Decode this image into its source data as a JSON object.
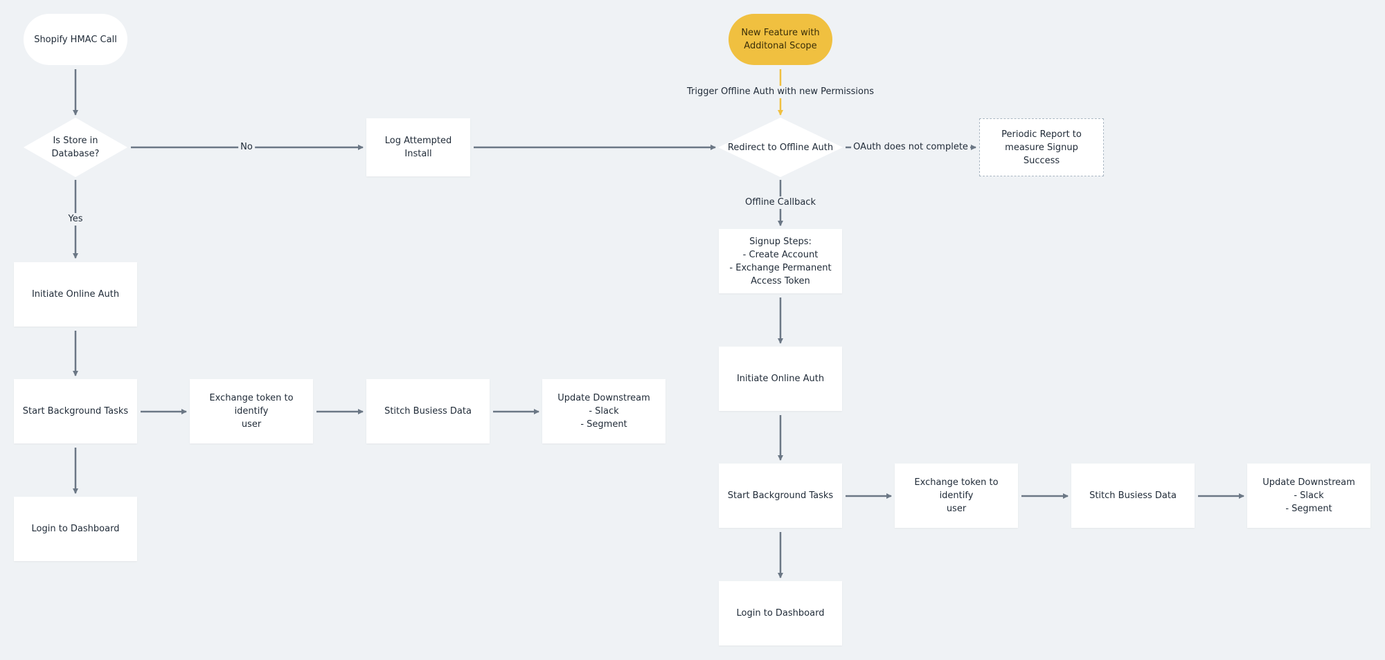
{
  "colors": {
    "background": "#eff2f5",
    "node": "#ffffff",
    "edge": "#6b7785",
    "accent_edge": "#f0c040",
    "accent_node": "#f0c040"
  },
  "nodes": [
    {
      "id": "hmac",
      "label": "Shopify HMAC Call",
      "shape": "pill"
    },
    {
      "id": "is_store",
      "label": "Is Store in Database?",
      "shape": "diamond"
    },
    {
      "id": "log_install",
      "label": "Log Attempted Install",
      "shape": "box"
    },
    {
      "id": "new_feature",
      "label": "New Feature with\nAdditonal Scope",
      "shape": "pill-yellow"
    },
    {
      "id": "redirect_offline",
      "label": "Redirect to Offline Auth",
      "shape": "diamond"
    },
    {
      "id": "periodic_report",
      "label": "Periodic Report to\nmeasure Signup Success",
      "shape": "dashed"
    },
    {
      "id": "online_auth_l",
      "label": "Initiate Online Auth",
      "shape": "box"
    },
    {
      "id": "bg_tasks_l",
      "label": "Start Background Tasks",
      "shape": "box"
    },
    {
      "id": "exchange_l",
      "label": "Exchange token to identify\nuser",
      "shape": "box"
    },
    {
      "id": "stitch_l",
      "label": "Stitch Busiess Data",
      "shape": "box"
    },
    {
      "id": "downstream_l",
      "label": "Update Downstream\n- Slack\n- Segment",
      "shape": "box"
    },
    {
      "id": "login_l",
      "label": "Login to Dashboard",
      "shape": "box"
    },
    {
      "id": "signup_steps",
      "label": "Signup Steps:\n- Create Account\n- Exchange Permanent\nAccess Token",
      "shape": "box"
    },
    {
      "id": "online_auth_r",
      "label": "Initiate Online Auth",
      "shape": "box"
    },
    {
      "id": "bg_tasks_r",
      "label": "Start Background Tasks",
      "shape": "box"
    },
    {
      "id": "exchange_r",
      "label": "Exchange token to identify\nuser",
      "shape": "box"
    },
    {
      "id": "stitch_r",
      "label": "Stitch Busiess Data",
      "shape": "box"
    },
    {
      "id": "downstream_r",
      "label": "Update Downstream\n- Slack\n- Segment",
      "shape": "box"
    },
    {
      "id": "login_r",
      "label": "Login to Dashboard",
      "shape": "box"
    }
  ],
  "edges": [
    {
      "from": "hmac",
      "to": "is_store",
      "label": ""
    },
    {
      "from": "is_store",
      "to": "log_install",
      "label": "No"
    },
    {
      "from": "is_store",
      "to": "online_auth_l",
      "label": "Yes"
    },
    {
      "from": "log_install",
      "to": "redirect_offline",
      "label": ""
    },
    {
      "from": "new_feature",
      "to": "redirect_offline",
      "label": "Trigger Offline Auth with new Permissions",
      "accent": true
    },
    {
      "from": "redirect_offline",
      "to": "periodic_report",
      "label": "OAuth does not complete"
    },
    {
      "from": "redirect_offline",
      "to": "signup_steps",
      "label": "Offline Callback"
    },
    {
      "from": "online_auth_l",
      "to": "bg_tasks_l",
      "label": ""
    },
    {
      "from": "bg_tasks_l",
      "to": "exchange_l",
      "label": ""
    },
    {
      "from": "exchange_l",
      "to": "stitch_l",
      "label": ""
    },
    {
      "from": "stitch_l",
      "to": "downstream_l",
      "label": ""
    },
    {
      "from": "bg_tasks_l",
      "to": "login_l",
      "label": ""
    },
    {
      "from": "signup_steps",
      "to": "online_auth_r",
      "label": ""
    },
    {
      "from": "online_auth_r",
      "to": "bg_tasks_r",
      "label": ""
    },
    {
      "from": "bg_tasks_r",
      "to": "exchange_r",
      "label": ""
    },
    {
      "from": "exchange_r",
      "to": "stitch_r",
      "label": ""
    },
    {
      "from": "stitch_r",
      "to": "downstream_r",
      "label": ""
    },
    {
      "from": "bg_tasks_r",
      "to": "login_r",
      "label": ""
    }
  ]
}
